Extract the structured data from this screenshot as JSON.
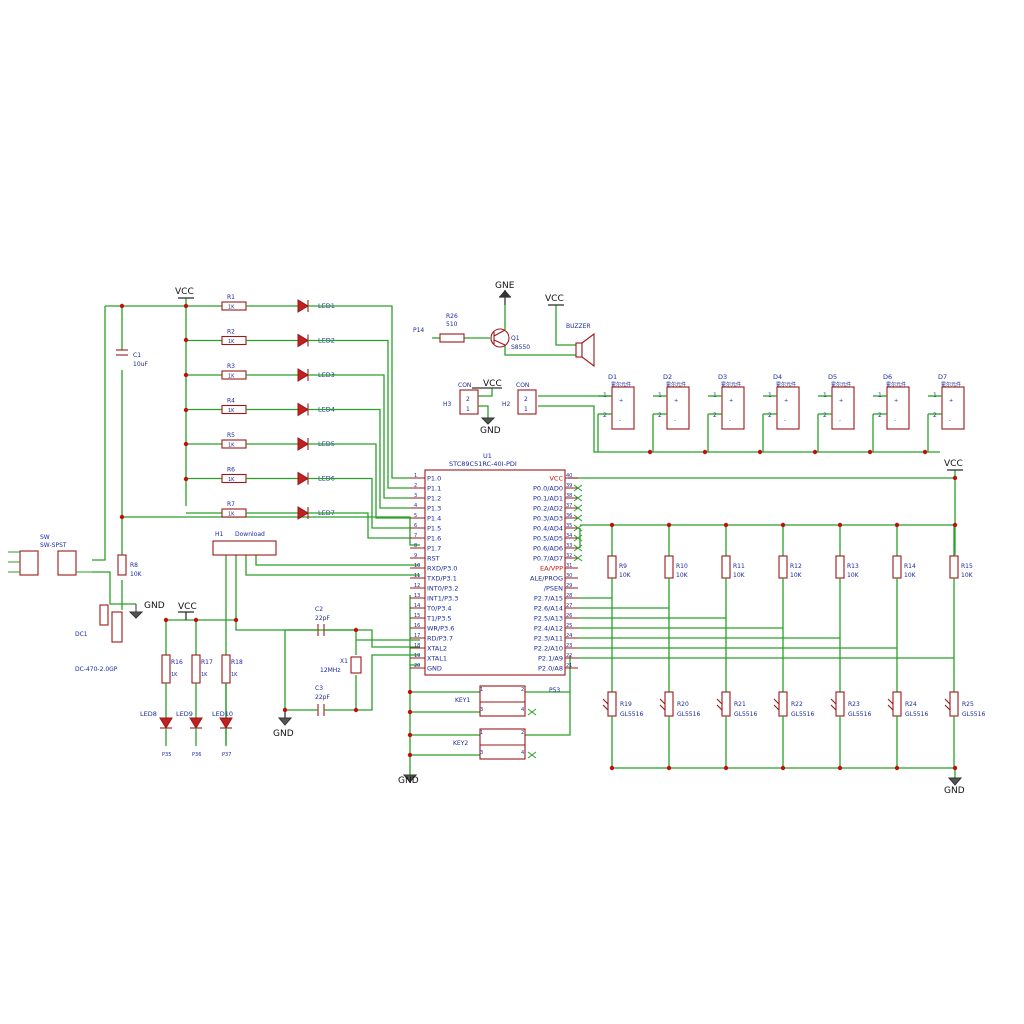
{
  "power": {
    "vcc_label": "VCC",
    "gnd_label": "GND",
    "gne_label": "GNE"
  },
  "mcu": {
    "ref": "U1",
    "part": "STC89C51RC-40I-PDI",
    "left_pins": [
      "P1.0",
      "P1.1",
      "P1.2",
      "P1.3",
      "P1.4",
      "P1.5",
      "P1.6",
      "P1.7",
      "RST",
      "RXD/P3.0",
      "TXD/P3.1",
      "INT0/P3.2",
      "INT1/P3.3",
      "T0/P3.4",
      "T1/P3.5",
      "WR/P3.6",
      "RD/P3.7",
      "XTAL2",
      "XTAL1",
      "GND"
    ],
    "right_pins": [
      "VCC",
      "P0.0/AD0",
      "P0.1/AD1",
      "P0.2/AD2",
      "P0.3/AD3",
      "P0.4/AD4",
      "P0.5/AD5",
      "P0.6/AD6",
      "P0.7/AD7",
      "EA/VPP",
      "ALE/PROG",
      "/PSEN",
      "P2.7/A15",
      "P2.6/A14",
      "P2.5/A13",
      "P2.4/A12",
      "P2.3/A11",
      "P2.2/A10",
      "P2.1/A9",
      "P2.0/A8"
    ],
    "red_pins": [
      "VCC",
      "EA/VPP"
    ]
  },
  "leds_top": [
    {
      "r": "R1",
      "rv": "1K",
      "led": "LED1"
    },
    {
      "r": "R2",
      "rv": "1K",
      "led": "LED2"
    },
    {
      "r": "R3",
      "rv": "1K",
      "led": "LED3"
    },
    {
      "r": "R4",
      "rv": "1K",
      "led": "LED4"
    },
    {
      "r": "R5",
      "rv": "1K",
      "led": "LED5"
    },
    {
      "r": "R6",
      "rv": "1K",
      "led": "LED6"
    },
    {
      "r": "R7",
      "rv": "1K",
      "led": "LED7"
    }
  ],
  "c1": {
    "ref": "C1",
    "value": "10uF"
  },
  "r8": {
    "ref": "R8",
    "value": "10K"
  },
  "sw": {
    "ref": "SW",
    "part": "SW-SPST"
  },
  "dc1": {
    "ref": "DC1",
    "part": "DC-470-2.0GP"
  },
  "download": {
    "ref": "H1",
    "label": "Download"
  },
  "leds_bottom": [
    {
      "r": "R16",
      "rv": "1K",
      "led": "LED8",
      "net": "P35"
    },
    {
      "r": "R17",
      "rv": "1K",
      "led": "LED9",
      "net": "P36"
    },
    {
      "r": "R18",
      "rv": "1K",
      "led": "LED10",
      "net": "P37"
    }
  ],
  "crystal": {
    "c2": "C2",
    "c2v": "22pF",
    "c3": "C3",
    "c3v": "22pF",
    "x1": "X1",
    "x1v": "12MHz"
  },
  "buzzer": {
    "rref": "R26",
    "rval": "510",
    "net": "P14",
    "q": "Q1",
    "qpart": "S8550",
    "bz": "BUZZER"
  },
  "headers": {
    "h3": "H3",
    "h2": "H2",
    "con": "CON"
  },
  "sensors": [
    "D1",
    "D2",
    "D3",
    "D4",
    "D5",
    "D6",
    "D7"
  ],
  "sensor_tag": "霍尔元件",
  "pullups": [
    {
      "ref": "R9",
      "val": "10K"
    },
    {
      "ref": "R10",
      "val": "10K"
    },
    {
      "ref": "R11",
      "val": "10K"
    },
    {
      "ref": "R12",
      "val": "10K"
    },
    {
      "ref": "R13",
      "val": "10K"
    },
    {
      "ref": "R14",
      "val": "10K"
    },
    {
      "ref": "R15",
      "val": "10K"
    }
  ],
  "ldrs": [
    {
      "ref": "R19",
      "val": "GL5516"
    },
    {
      "ref": "R20",
      "val": "GL5516"
    },
    {
      "ref": "R21",
      "val": "GL5516"
    },
    {
      "ref": "R22",
      "val": "GL5516"
    },
    {
      "ref": "R23",
      "val": "GL5516"
    },
    {
      "ref": "R24",
      "val": "GL5516"
    },
    {
      "ref": "R25",
      "val": "GL5516"
    }
  ],
  "keys": {
    "k1": "KEY1",
    "k2": "KEY2",
    "net": "P53"
  },
  "colors": {
    "wire": "#2aa02a",
    "component": "#9a1818",
    "label": "#1a2a9a",
    "red": "#d01010"
  }
}
